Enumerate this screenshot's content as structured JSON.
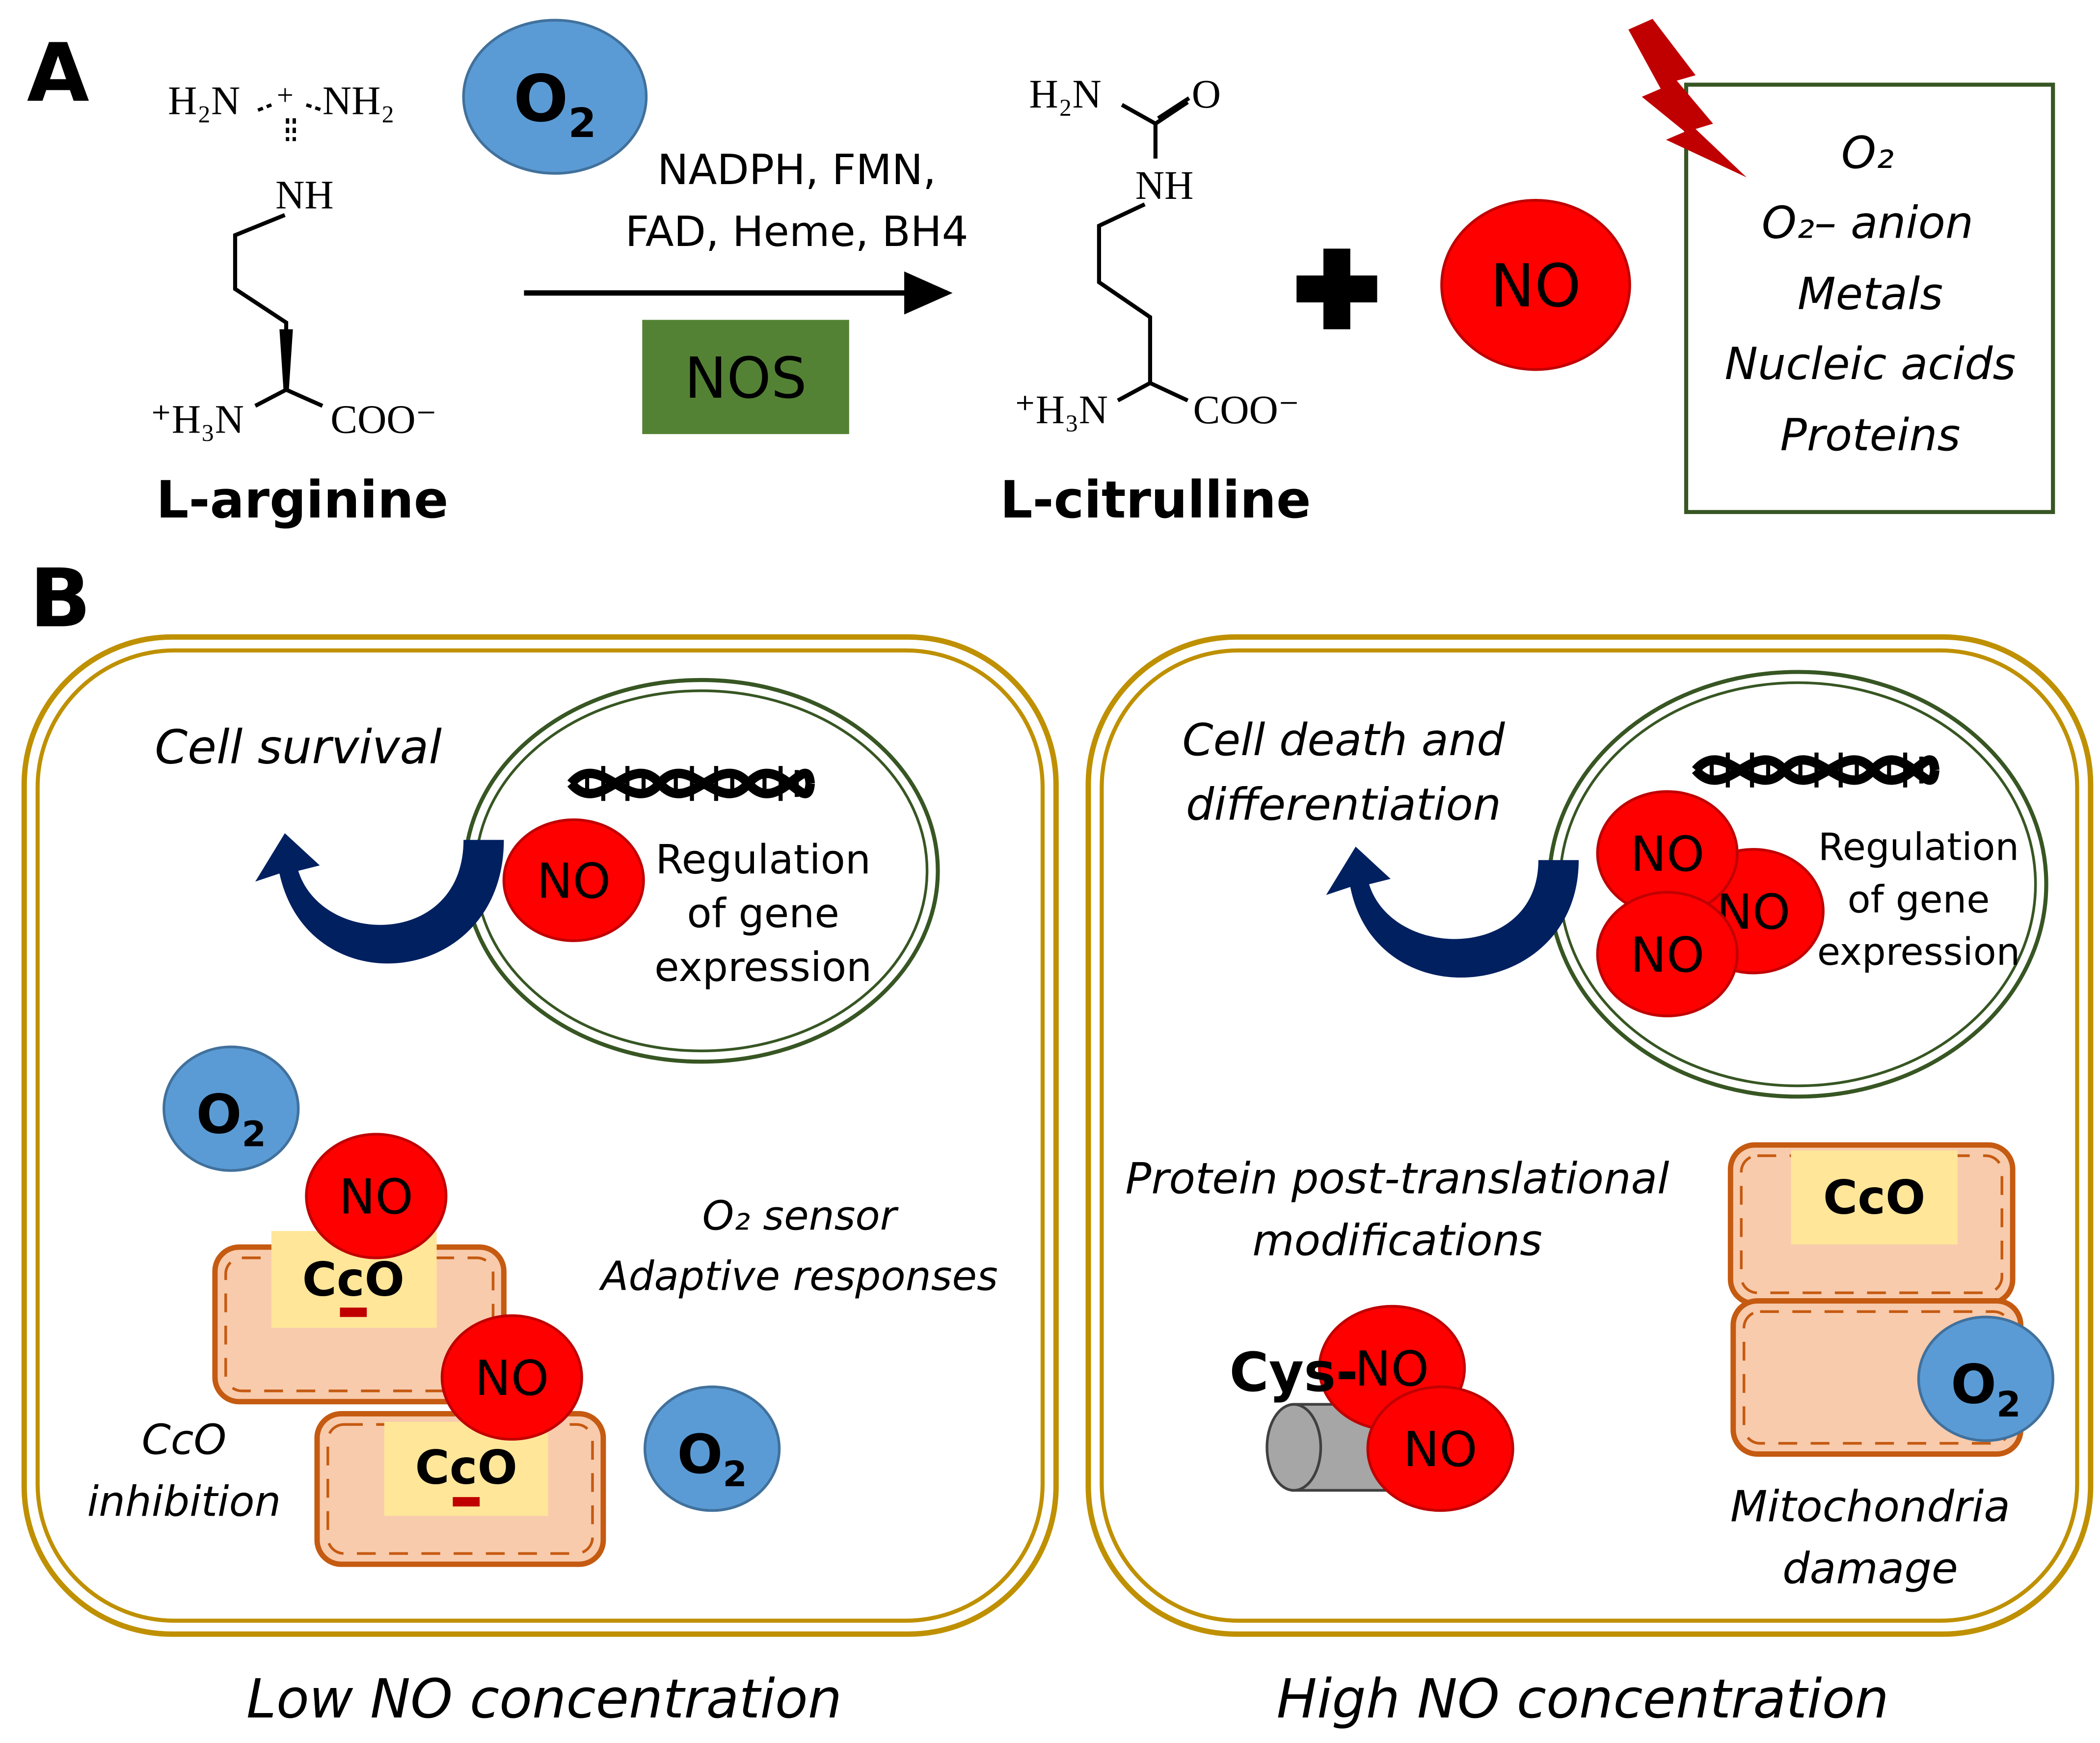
{
  "colors": {
    "oxygen_fill": "#5b9bd5",
    "no_fill": "#ff0000",
    "nos_fill": "#548235",
    "cell_membrane": "#bf9000",
    "nucleus_ring": "#375623",
    "dna_arrow": "#002060",
    "mito_fill": "#f8cbad",
    "mito_stroke": "#c55a11",
    "cco_fill": "#ffe699",
    "cylinder_fill": "#a6a6a6",
    "lightning": "#c00000",
    "box_border": "#375623"
  },
  "panel_a": {
    "label": "A",
    "arginine": {
      "name": "L-arginine",
      "top_group_left": "H₂N",
      "top_charge": "+",
      "top_group_right": "NH₂",
      "nh": "NH",
      "amine": "⁺H₃N",
      "carboxyl": "COO⁻"
    },
    "oxygen": {
      "text": "O",
      "sub": "2"
    },
    "cofactors_line1": "NADPH, FMN,",
    "cofactors_line2": "FAD, Heme, BH4",
    "enzyme": "NOS",
    "citrulline": {
      "name": "L-citrulline",
      "h2n": "H₂N",
      "oxygen": "O",
      "nh": "NH",
      "amine": "⁺H₃N",
      "carboxyl": "COO⁻"
    },
    "plus": "+",
    "no_product": "NO",
    "targets": [
      "O₂",
      "O₂– anion",
      "Metals",
      "Nucleic acids",
      "Proteins"
    ],
    "lightning_icon": "lightning-bolt-icon"
  },
  "panel_b": {
    "label": "B",
    "low": {
      "caption": "Low NO concentration",
      "outcome": "Cell survival",
      "nucleus_no": "NO",
      "regulation": [
        "Regulation",
        "of gene",
        "expression"
      ],
      "o2_top": {
        "text": "O",
        "sub": "2"
      },
      "no_top": "NO",
      "cco_1": "CcO",
      "no_mid": "NO",
      "cco_2": "CcO",
      "o2_bottom": {
        "text": "O",
        "sub": "2"
      },
      "sensor_line1": "O₂ sensor",
      "sensor_line2": "Adaptive responses",
      "inhibition_line1": "CcO",
      "inhibition_line2": "inhibition"
    },
    "high": {
      "caption": "High NO concentration",
      "outcome_line1": "Cell death and",
      "outcome_line2": "differentiation",
      "nucleus_no": [
        "NO",
        "NO",
        "NO"
      ],
      "regulation": [
        "Regulation",
        "of gene",
        "expression"
      ],
      "ptm_line1": "Protein post-translational",
      "ptm_line2": "modifications",
      "cys": "Cys-",
      "cys_no_1": "NO",
      "cys_no_2": "NO",
      "cco": "CcO",
      "o2": {
        "text": "O",
        "sub": "2"
      },
      "damage_line1": "Mitochondria",
      "damage_line2": "damage"
    }
  }
}
